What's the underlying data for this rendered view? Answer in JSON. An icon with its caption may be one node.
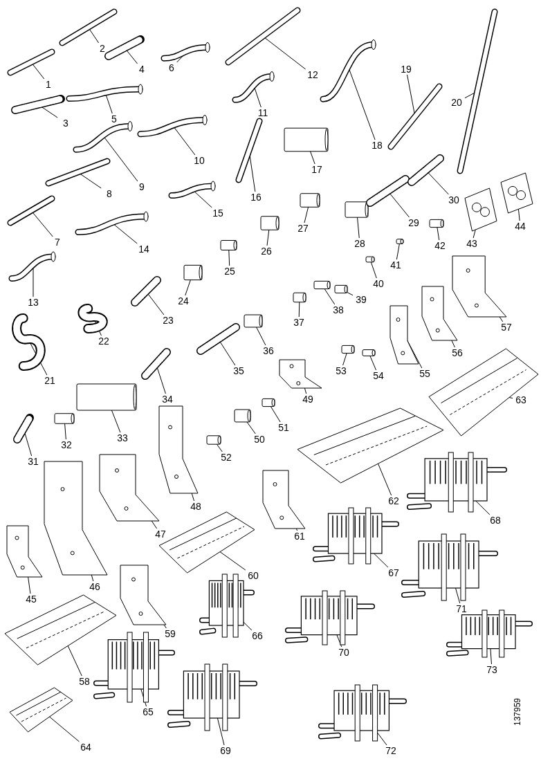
{
  "diagram": {
    "nodes": [
      {
        "text": [
          "1"
        ]
      },
      {
        "text": [],
        "shape": "picture"
      },
      {
        "text": [
          "2"
        ]
      },
      {
        "text": [],
        "shape": "picture"
      },
      {
        "text": [
          "3"
        ]
      },
      {
        "text": [],
        "shape": "picture"
      },
      {
        "text": [
          "4"
        ]
      },
      {
        "text": [],
        "shape": "picture"
      },
      {
        "text": [
          "5"
        ]
      },
      {
        "text": [],
        "shape": "picture"
      },
      {
        "text": [
          "6"
        ]
      },
      {
        "text": [],
        "shape": "picture"
      },
      {
        "text": [
          "7"
        ]
      },
      {
        "text": [],
        "shape": "picture"
      },
      {
        "text": [
          "8"
        ]
      },
      {
        "text": [],
        "shape": "picture"
      },
      {
        "text": [
          "9"
        ]
      },
      {
        "text": [],
        "shape": "picture"
      },
      {
        "text": [
          "10"
        ]
      },
      {
        "text": [],
        "shape": "picture"
      },
      {
        "text": [
          "11"
        ]
      },
      {
        "text": [],
        "shape": "picture"
      },
      {
        "text": [
          "12"
        ]
      },
      {
        "text": [],
        "shape": "picture"
      },
      {
        "text": [
          "13"
        ]
      },
      {
        "text": [],
        "shape": "picture"
      },
      {
        "text": [
          "14"
        ]
      },
      {
        "text": [],
        "shape": "picture"
      },
      {
        "text": [
          "15"
        ]
      },
      {
        "text": [],
        "shape": "picture"
      },
      {
        "text": [
          "16"
        ]
      },
      {
        "text": [],
        "shape": "picture"
      },
      {
        "text": [
          "17"
        ]
      },
      {
        "text": [],
        "shape": "picture"
      },
      {
        "text": [
          "18"
        ]
      },
      {
        "text": [],
        "shape": "picture"
      },
      {
        "text": [
          "19"
        ]
      },
      {
        "text": [],
        "shape": "picture"
      },
      {
        "text": [
          "20"
        ]
      },
      {
        "text": [],
        "shape": "picture"
      },
      {
        "text": [
          "21"
        ]
      },
      {
        "text": [],
        "shape": "picture"
      },
      {
        "text": [
          "22"
        ]
      },
      {
        "text": [],
        "shape": "picture"
      },
      {
        "text": [
          "23"
        ]
      },
      {
        "text": [],
        "shape": "picture"
      },
      {
        "text": [
          "24"
        ]
      },
      {
        "text": [],
        "shape": "picture"
      },
      {
        "text": [
          "25"
        ]
      },
      {
        "text": [],
        "shape": "picture"
      },
      {
        "text": [
          "26"
        ]
      },
      {
        "text": [],
        "shape": "picture"
      },
      {
        "text": [
          "27"
        ]
      },
      {
        "text": [],
        "shape": "picture"
      },
      {
        "text": [
          "28"
        ]
      },
      {
        "text": [],
        "shape": "picture"
      },
      {
        "text": [
          "29"
        ]
      },
      {
        "text": [],
        "shape": "picture"
      },
      {
        "text": [
          "30"
        ]
      },
      {
        "text": [],
        "shape": "picture"
      },
      {
        "text": [
          "31"
        ]
      },
      {
        "text": [],
        "shape": "picture"
      },
      {
        "text": [
          "32"
        ]
      },
      {
        "text": [],
        "shape": "picture"
      },
      {
        "text": [
          "33"
        ]
      },
      {
        "text": [],
        "shape": "picture"
      },
      {
        "text": [
          "34"
        ]
      },
      {
        "text": [],
        "shape": "picture"
      },
      {
        "text": [
          "35"
        ]
      },
      {
        "text": [],
        "shape": "picture"
      },
      {
        "text": [
          "36"
        ]
      },
      {
        "text": [],
        "shape": "picture"
      },
      {
        "text": [
          "37"
        ]
      },
      {
        "text": [],
        "shape": "picture"
      },
      {
        "text": [
          "38"
        ]
      },
      {
        "text": [],
        "shape": "picture"
      },
      {
        "text": [
          "39"
        ]
      },
      {
        "text": [],
        "shape": "picture"
      },
      {
        "text": [
          "40"
        ]
      },
      {
        "text": [],
        "shape": "picture"
      },
      {
        "text": [
          "41"
        ]
      },
      {
        "text": [],
        "shape": "picture"
      },
      {
        "text": [
          "42"
        ]
      },
      {
        "text": [],
        "shape": "picture"
      },
      {
        "text": [
          "43"
        ]
      },
      {
        "text": [],
        "shape": "picture"
      },
      {
        "text": [
          "44"
        ]
      },
      {
        "text": [],
        "shape": "picture"
      },
      {
        "text": [
          "45"
        ]
      },
      {
        "text": [],
        "shape": "picture"
      },
      {
        "text": [
          "46"
        ]
      },
      {
        "text": [],
        "shape": "picture"
      },
      {
        "text": [
          "47"
        ]
      },
      {
        "text": [],
        "shape": "picture"
      },
      {
        "text": [
          "48"
        ]
      },
      {
        "text": [],
        "shape": "picture"
      },
      {
        "text": [
          "49"
        ]
      },
      {
        "text": [],
        "shape": "picture"
      },
      {
        "text": [
          "50"
        ]
      },
      {
        "text": [],
        "shape": "picture"
      },
      {
        "text": [
          "51"
        ]
      },
      {
        "text": [],
        "shape": "picture"
      },
      {
        "text": [
          "52"
        ]
      },
      {
        "text": [],
        "shape": "picture"
      },
      {
        "text": [
          "53"
        ]
      },
      {
        "text": [],
        "shape": "picture"
      },
      {
        "text": [
          "54"
        ]
      },
      {
        "text": [],
        "shape": "picture"
      },
      {
        "text": [
          "55"
        ]
      },
      {
        "text": [],
        "shape": "picture"
      },
      {
        "text": [
          "56"
        ]
      },
      {
        "text": [],
        "shape": "picture"
      },
      {
        "text": [
          "57"
        ]
      },
      {
        "text": [],
        "shape": "picture"
      },
      {
        "text": [
          "58"
        ]
      },
      {
        "text": [],
        "shape": "picture"
      },
      {
        "text": [
          "59"
        ]
      },
      {
        "text": [],
        "shape": "picture"
      },
      {
        "text": [
          "60"
        ]
      },
      {
        "text": [],
        "shape": "picture"
      },
      {
        "text": [
          "61"
        ]
      },
      {
        "text": [],
        "shape": "picture"
      },
      {
        "text": [
          "62"
        ]
      },
      {
        "text": [],
        "shape": "picture"
      },
      {
        "text": [
          "63"
        ]
      },
      {
        "text": [],
        "shape": "picture"
      },
      {
        "text": [
          "64"
        ]
      },
      {
        "text": [],
        "shape": "picture"
      },
      {
        "text": [
          "65"
        ]
      },
      {
        "text": [],
        "shape": "picture"
      },
      {
        "text": [
          "66"
        ]
      },
      {
        "text": [],
        "shape": "picture"
      },
      {
        "text": [
          "67"
        ]
      },
      {
        "text": [],
        "shape": "picture"
      },
      {
        "text": [
          "68"
        ]
      },
      {
        "text": [],
        "shape": "picture"
      },
      {
        "text": [
          "69"
        ]
      },
      {
        "text": [],
        "shape": "picture"
      },
      {
        "text": [
          "70"
        ]
      },
      {
        "text": [],
        "shape": "picture"
      },
      {
        "text": [
          "71"
        ]
      },
      {
        "text": [],
        "shape": "picture"
      },
      {
        "text": [
          "72"
        ]
      },
      {
        "text": [],
        "shape": "picture"
      },
      {
        "text": [
          "73"
        ]
      },
      {
        "text": [],
        "shape": "picture"
      }
    ],
    "edges": [
      {
        "from": 0,
        "to": 1,
        "arrow": "none"
      },
      {
        "from": 2,
        "to": 3,
        "arrow": "none"
      },
      {
        "from": 4,
        "to": 5,
        "arrow": "none"
      },
      {
        "from": 6,
        "to": 7,
        "arrow": "none"
      },
      {
        "from": 8,
        "to": 9,
        "arrow": "none"
      },
      {
        "from": 10,
        "to": 11,
        "arrow": "none"
      },
      {
        "from": 12,
        "to": 13,
        "arrow": "none"
      },
      {
        "from": 14,
        "to": 15,
        "arrow": "none"
      },
      {
        "from": 16,
        "to": 17,
        "arrow": "none"
      },
      {
        "from": 18,
        "to": 19,
        "arrow": "none"
      },
      {
        "from": 20,
        "to": 21,
        "arrow": "none"
      },
      {
        "from": 22,
        "to": 23,
        "arrow": "none"
      },
      {
        "from": 24,
        "to": 25,
        "arrow": "none"
      },
      {
        "from": 26,
        "to": 27,
        "arrow": "none"
      },
      {
        "from": 28,
        "to": 29,
        "arrow": "none"
      },
      {
        "from": 30,
        "to": 31,
        "arrow": "none"
      },
      {
        "from": 32,
        "to": 33,
        "arrow": "none"
      },
      {
        "from": 34,
        "to": 35,
        "arrow": "none"
      },
      {
        "from": 36,
        "to": 37,
        "arrow": "none"
      },
      {
        "from": 38,
        "to": 39,
        "arrow": "none"
      },
      {
        "from": 40,
        "to": 41,
        "arrow": "none"
      },
      {
        "from": 42,
        "to": 43,
        "arrow": "none"
      },
      {
        "from": 44,
        "to": 45,
        "arrow": "none"
      },
      {
        "from": 46,
        "to": 47,
        "arrow": "none"
      },
      {
        "from": 48,
        "to": 49,
        "arrow": "none"
      },
      {
        "from": 50,
        "to": 51,
        "arrow": "none"
      },
      {
        "from": 52,
        "to": 53,
        "arrow": "none"
      },
      {
        "from": 54,
        "to": 55,
        "arrow": "none"
      },
      {
        "from": 56,
        "to": 57,
        "arrow": "none"
      },
      {
        "from": 58,
        "to": 59,
        "arrow": "none"
      },
      {
        "from": 60,
        "to": 61,
        "arrow": "none"
      },
      {
        "from": 62,
        "to": 63,
        "arrow": "none"
      },
      {
        "from": 64,
        "to": 65,
        "arrow": "none"
      },
      {
        "from": 66,
        "to": 67,
        "arrow": "none"
      },
      {
        "from": 68,
        "to": 69,
        "arrow": "none"
      },
      {
        "from": 70,
        "to": 71,
        "arrow": "none"
      },
      {
        "from": 72,
        "to": 73,
        "arrow": "none"
      },
      {
        "from": 74,
        "to": 75,
        "arrow": "none"
      },
      {
        "from": 76,
        "to": 77,
        "arrow": "none"
      },
      {
        "from": 78,
        "to": 79,
        "arrow": "none"
      },
      {
        "from": 80,
        "to": 81,
        "arrow": "none"
      },
      {
        "from": 82,
        "to": 83,
        "arrow": "none"
      },
      {
        "from": 84,
        "to": 85,
        "arrow": "none"
      },
      {
        "from": 86,
        "to": 87,
        "arrow": "none"
      },
      {
        "from": 88,
        "to": 89,
        "arrow": "none"
      },
      {
        "from": 90,
        "to": 91,
        "arrow": "none"
      },
      {
        "from": 92,
        "to": 93,
        "arrow": "none"
      },
      {
        "from": 94,
        "to": 95,
        "arrow": "none"
      },
      {
        "from": 96,
        "to": 97,
        "arrow": "none"
      },
      {
        "from": 98,
        "to": 99,
        "arrow": "none"
      },
      {
        "from": 100,
        "to": 101,
        "arrow": "none"
      },
      {
        "from": 102,
        "to": 103,
        "arrow": "none"
      },
      {
        "from": 104,
        "to": 105,
        "arrow": "none"
      },
      {
        "from": 106,
        "to": 107,
        "arrow": "none"
      },
      {
        "from": 108,
        "to": 109,
        "arrow": "none"
      },
      {
        "from": 110,
        "to": 111,
        "arrow": "none"
      },
      {
        "from": 112,
        "to": 113,
        "arrow": "none"
      },
      {
        "from": 114,
        "to": 115,
        "arrow": "none"
      },
      {
        "from": 116,
        "to": 117,
        "arrow": "none"
      },
      {
        "from": 118,
        "to": 119,
        "arrow": "none"
      },
      {
        "from": 120,
        "to": 121,
        "arrow": "none"
      },
      {
        "from": 122,
        "to": 123,
        "arrow": "none"
      },
      {
        "from": 124,
        "to": 125,
        "arrow": "none"
      },
      {
        "from": 126,
        "to": 127,
        "arrow": "none"
      },
      {
        "from": 128,
        "to": 129,
        "arrow": "none"
      },
      {
        "from": 130,
        "to": 131,
        "arrow": "none"
      },
      {
        "from": 132,
        "to": 133,
        "arrow": "none"
      },
      {
        "from": 134,
        "to": 135,
        "arrow": "none"
      },
      {
        "from": 136,
        "to": 137,
        "arrow": "none"
      },
      {
        "from": 138,
        "to": 139,
        "arrow": "none"
      },
      {
        "from": 140,
        "to": 141,
        "arrow": "none"
      },
      {
        "from": 142,
        "to": 143,
        "arrow": "none"
      },
      {
        "from": 144,
        "to": 145,
        "arrow": "none"
      }
    ],
    "labels": [
      "137959"
    ]
  }
}
